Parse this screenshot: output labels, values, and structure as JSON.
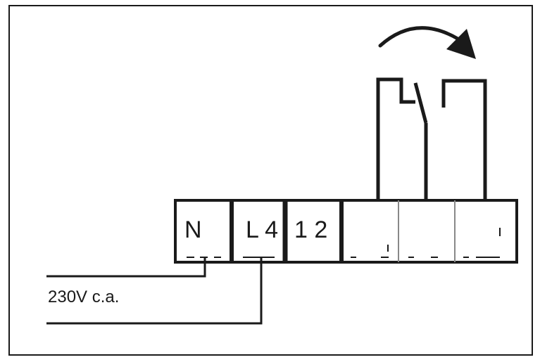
{
  "diagram": {
    "terminals": [
      {
        "id": "N",
        "label": "N"
      },
      {
        "id": "L4",
        "label": "L 4"
      },
      {
        "id": "12",
        "label": "1 2"
      },
      {
        "id": "c1",
        "label": ""
      },
      {
        "id": "c2",
        "label": ""
      },
      {
        "id": "c3",
        "label": ""
      }
    ],
    "supply_label": "230V c.a.",
    "colors": {
      "line": "#1a1a1a",
      "background": "#ffffff"
    }
  }
}
